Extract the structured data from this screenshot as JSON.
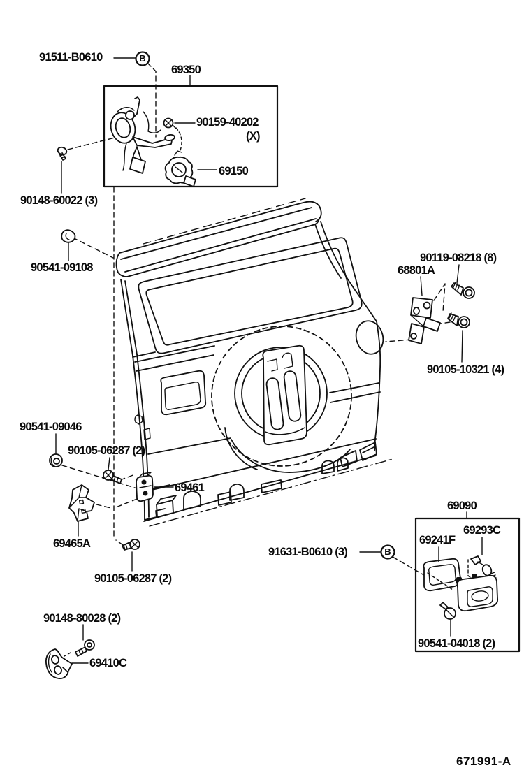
{
  "figure": {
    "code": "671991-A",
    "fastener_marker": "B"
  },
  "callouts": {
    "c91511": "91511-B0610",
    "c69350": "69350",
    "c90159": "90159-40202",
    "c90159x": "(X)",
    "c69150": "69150",
    "c90148_60022": "90148-60022 (3)",
    "c90541_09108": "90541-09108",
    "c90119_08218": "90119-08218 (8)",
    "c68801a": "68801A",
    "c90105_10321": "90105-10321 (4)",
    "c90541_09046": "90541-09046",
    "c90105_06287_a": "90105-06287 (2)",
    "c69461": "69461",
    "c69465a": "69465A",
    "c90105_06287_b": "90105-06287 (2)",
    "c91631": "91631-B0610 (3)",
    "c69090": "69090",
    "c69293c": "69293C",
    "c69241f": "69241F",
    "c90541_04018": "90541-04018 (2)",
    "c90148_80028": "90148-80028 (2)",
    "c69410c": "69410C"
  },
  "colors": {
    "ink": "#111111",
    "paper": "#ffffff"
  }
}
